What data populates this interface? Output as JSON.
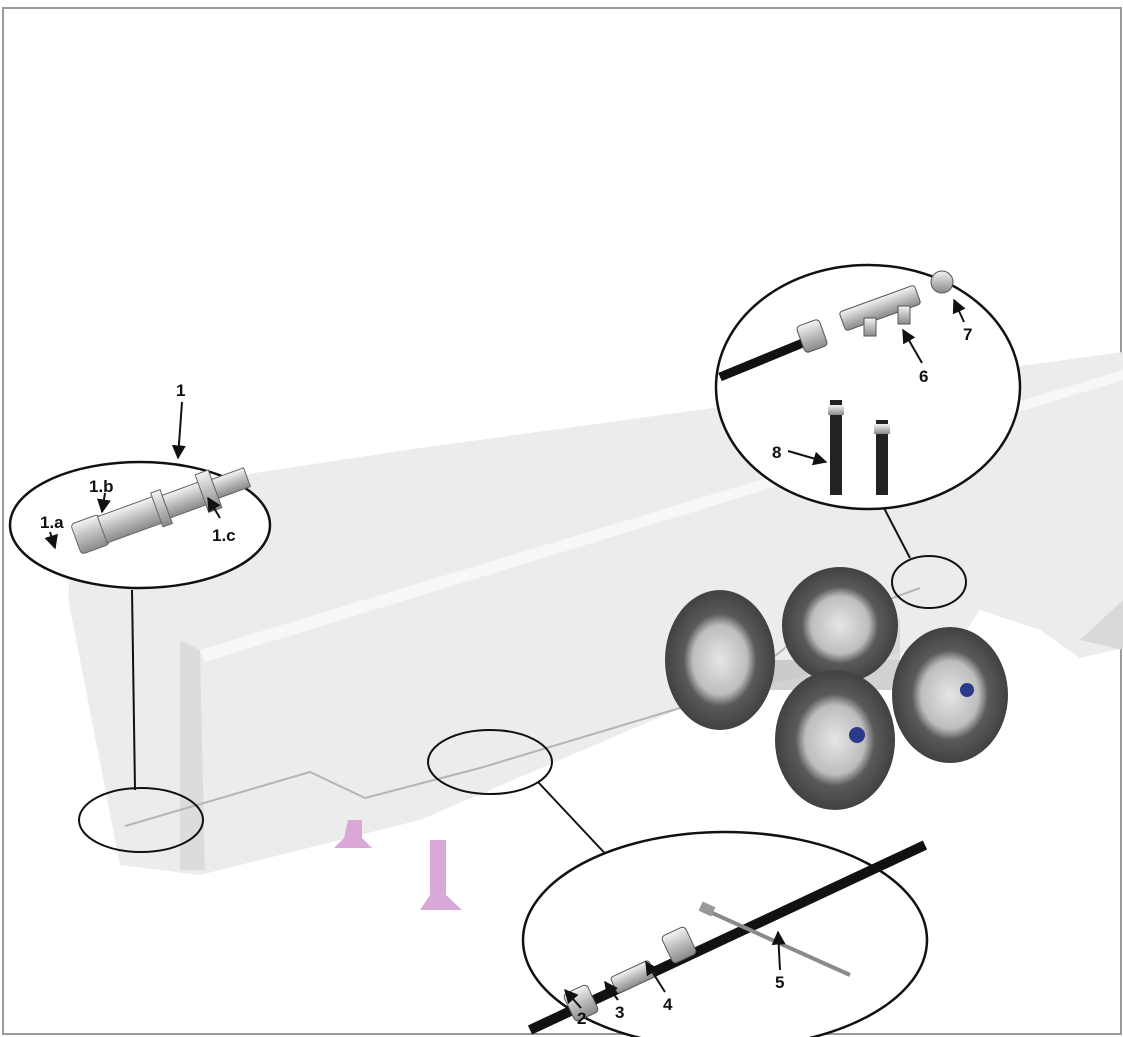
{
  "callouts": {
    "c1": "1",
    "c1a": "1.a",
    "c1b": "1.b",
    "c1c": "1.c",
    "c2": "2",
    "c3": "3",
    "c4": "4",
    "c5": "5",
    "c6": "6",
    "c7": "7",
    "c8": "8"
  },
  "colors": {
    "trailer_body": "#ececec",
    "trailer_shadow": "#d9d9d9",
    "landing_gear": "#d9a8d6",
    "hose": "#111111",
    "tire": "#6f6f6f",
    "hub": "#cfcfcf",
    "frame_border": "#9a9a9a"
  }
}
